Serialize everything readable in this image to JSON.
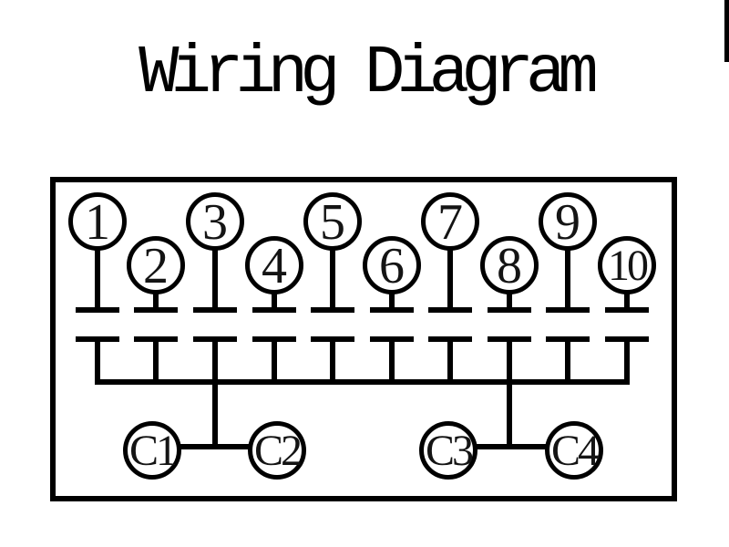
{
  "title": "Wiring Diagram",
  "colors": {
    "line": "#000000",
    "background": "#ffffff",
    "label": "#141414"
  },
  "panel": {
    "pins": [
      {
        "label": "1"
      },
      {
        "label": "2"
      },
      {
        "label": "3"
      },
      {
        "label": "4"
      },
      {
        "label": "5"
      },
      {
        "label": "6"
      },
      {
        "label": "7"
      },
      {
        "label": "8"
      },
      {
        "label": "9"
      },
      {
        "label": "10"
      }
    ],
    "connectors": [
      {
        "label": "C1"
      },
      {
        "label": "C2"
      },
      {
        "label": "C3"
      },
      {
        "label": "C4"
      }
    ]
  }
}
